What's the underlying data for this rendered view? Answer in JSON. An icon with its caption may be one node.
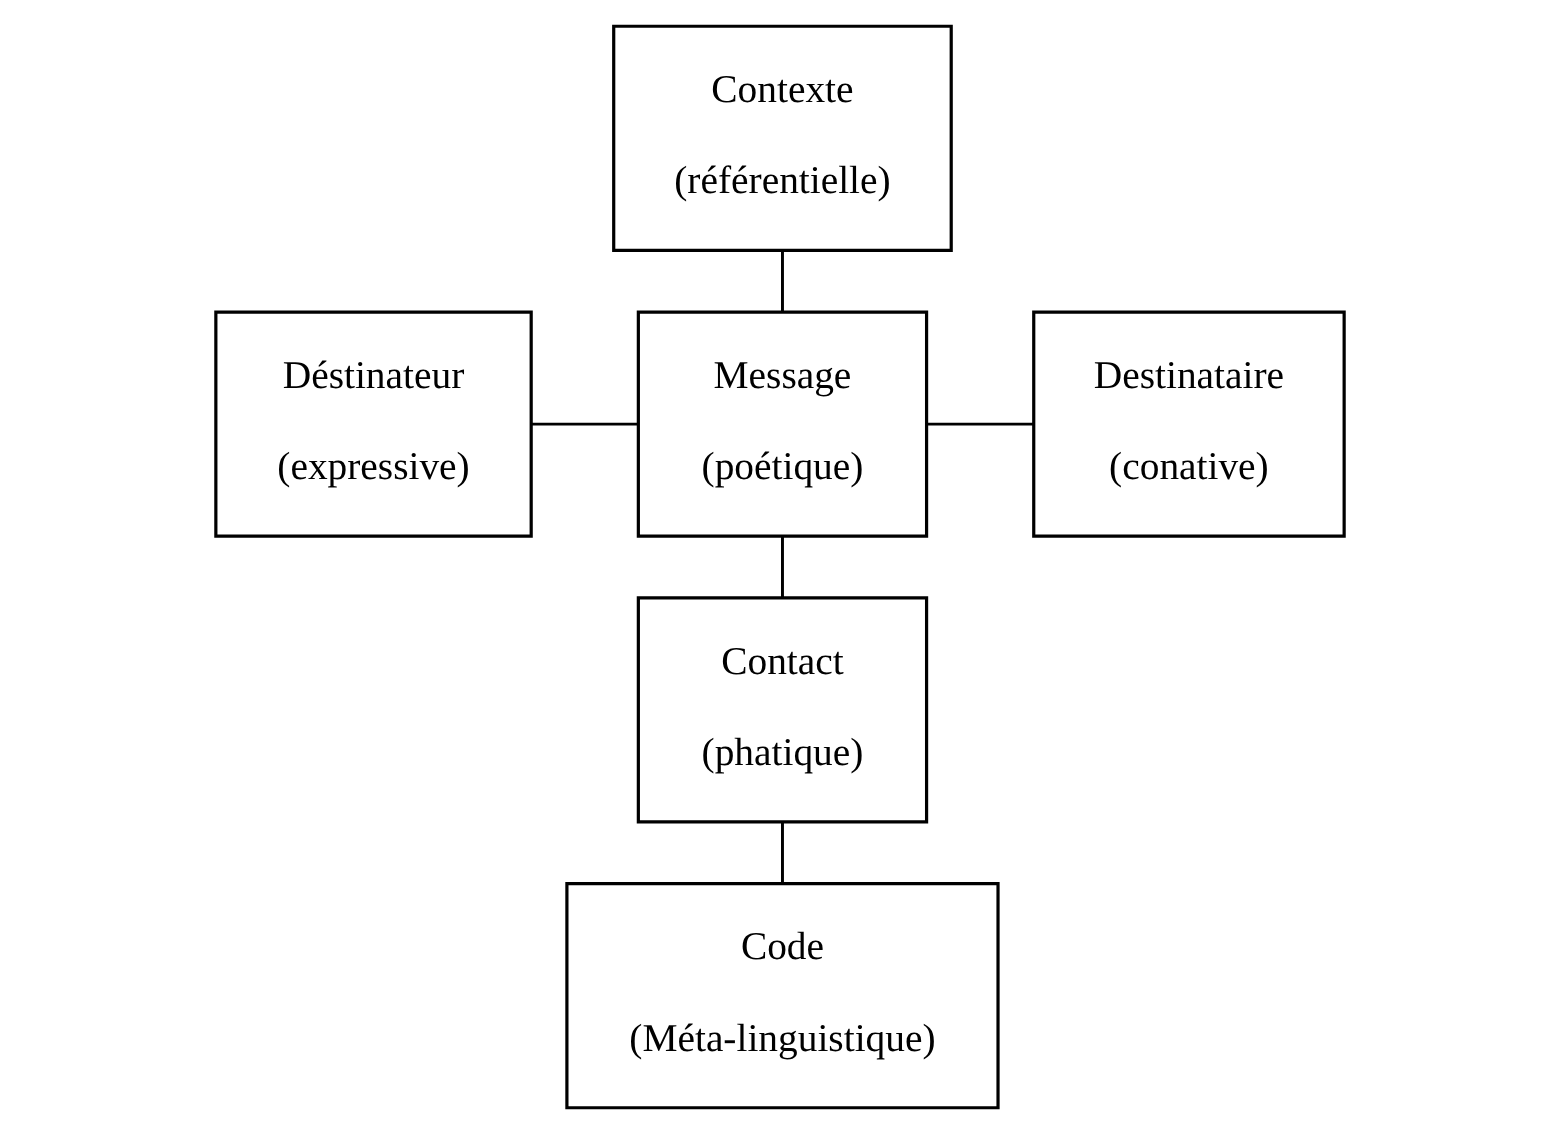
{
  "diagram": {
    "nodes": [
      {
        "text": [
          "Contexte",
          "(référentielle)"
        ]
      },
      {
        "text": [
          "Déstinateur",
          "(expressive)"
        ]
      },
      {
        "text": [
          "Message",
          "(poétique)"
        ]
      },
      {
        "text": [
          "Destinataire",
          "(conative)"
        ]
      },
      {
        "text": [
          "Contact",
          "(phatique)"
        ]
      },
      {
        "text": [
          "Code",
          "(Méta-linguistique)"
        ]
      }
    ],
    "edges": [
      {
        "from": 0,
        "to": 2,
        "arrow": "none"
      },
      {
        "from": 1,
        "to": 2,
        "arrow": "none"
      },
      {
        "from": 2,
        "to": 3,
        "arrow": "none"
      },
      {
        "from": 2,
        "to": 4,
        "arrow": "none"
      },
      {
        "from": 4,
        "to": 5,
        "arrow": "none"
      }
    ]
  }
}
